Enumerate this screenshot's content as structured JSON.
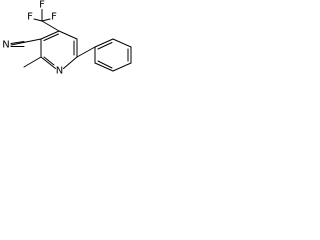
{
  "molecule": {
    "atoms": {
      "n_ring": "N",
      "n_nitrile": "N",
      "f_top": "F",
      "f_left": "F",
      "f_right": "F"
    }
  },
  "colors": {
    "ink": "#000000",
    "background": "#ffffff"
  }
}
